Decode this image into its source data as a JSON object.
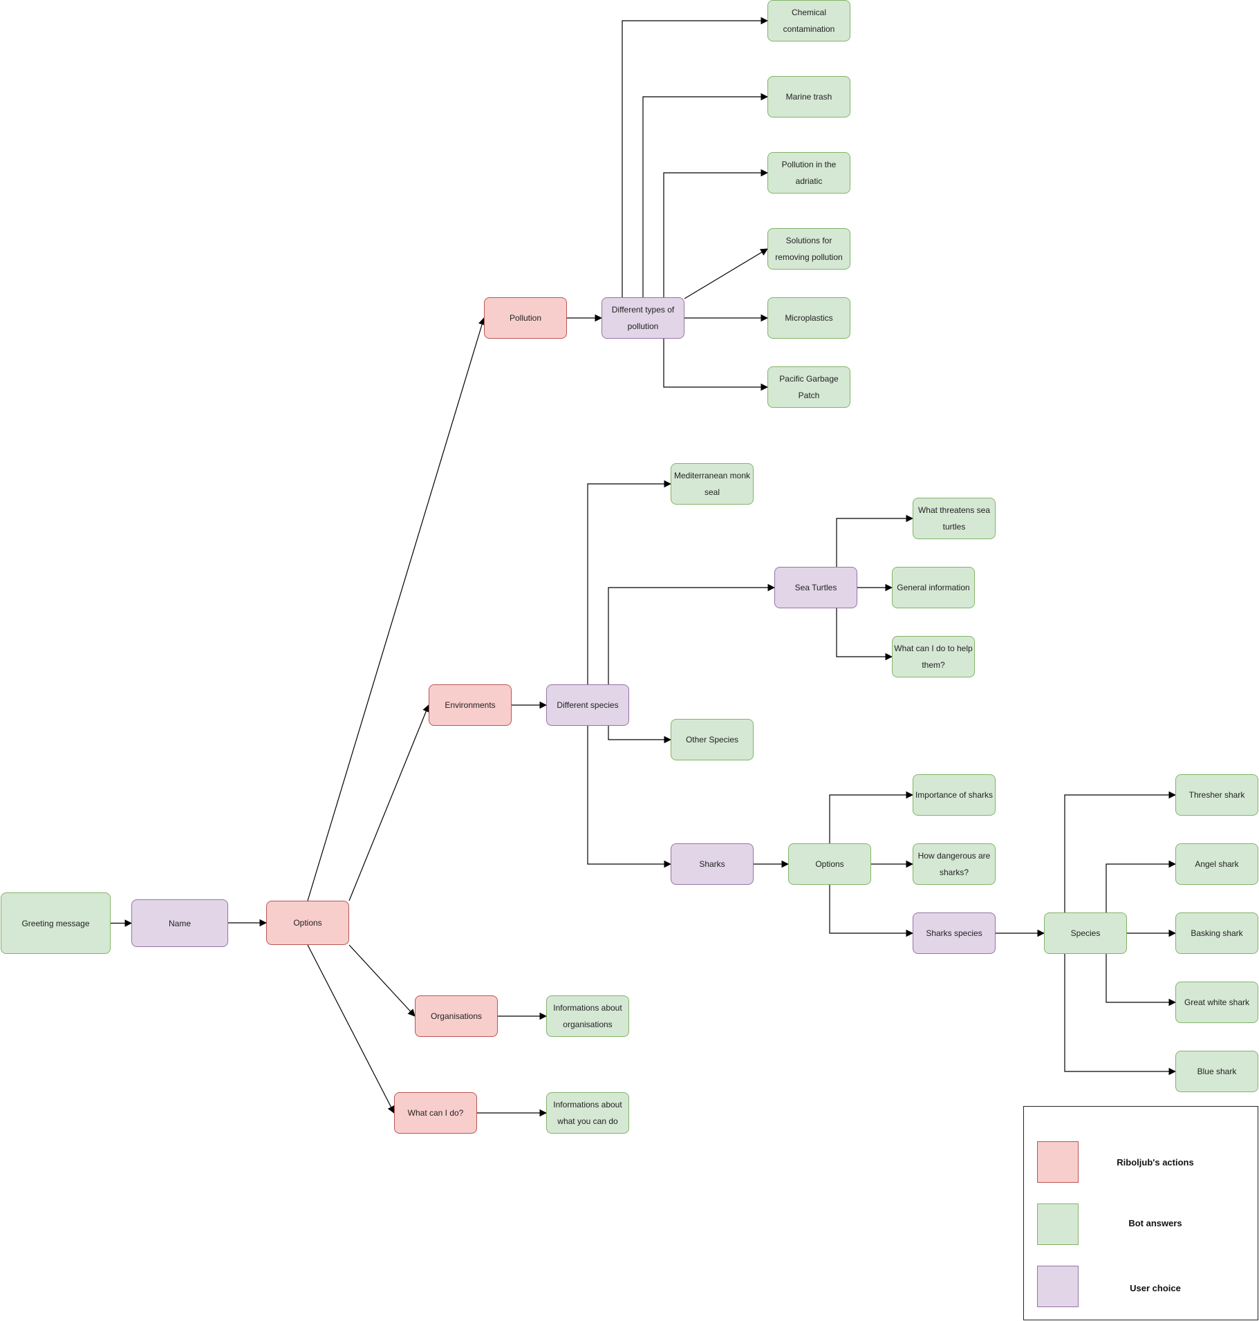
{
  "colors": {
    "bot_action_fill": "#f8cecc",
    "bot_action_stroke": "#b85450",
    "bot_answer_fill": "#d5e8d4",
    "bot_answer_stroke": "#82b366",
    "user_choice_fill": "#e1d5e7",
    "user_choice_stroke": "#9673a6",
    "edge": "#000000"
  },
  "nodes": {
    "greeting": "Greeting message",
    "name": "Name",
    "options": "Options",
    "pollution": "Pollution",
    "environments": "Environments",
    "organisations": "Organisations",
    "what_can_i_do": "What can I do?",
    "types_of_pollution": "Different types of pollution",
    "chemical": "Chemical contamination",
    "marine_trash": "Marine trash",
    "adriatic": "Pollution in the adriatic",
    "solutions": "Solutions for removing pollution",
    "microplastics": "Microplastics",
    "pacific_patch": "Pacific Garbage Patch",
    "different_species": "Different species",
    "monk_seal": "Mediterranean monk seal",
    "sea_turtles": "Sea Turtles",
    "turtle_threats": "What threatens sea turtles",
    "turtle_general": "General information",
    "turtle_help": "What can I do to help them?",
    "other_species": "Other Species",
    "sharks": "Sharks",
    "shark_options": "Options",
    "shark_importance": "Importance of sharks",
    "shark_danger": "How dangerous are sharks?",
    "shark_species": "Sharks species",
    "species": "Species",
    "thresher": "Thresher shark",
    "angel": "Angel shark",
    "basking": "Basking shark",
    "great_white": "Great white shark",
    "blue": "Blue shark",
    "org_info": "Informations about organisations",
    "wcid_info": "Informations about what you can do"
  },
  "edges": [
    [
      "greeting",
      "name"
    ],
    [
      "name",
      "options"
    ],
    [
      "options",
      "pollution"
    ],
    [
      "options",
      "environments"
    ],
    [
      "options",
      "organisations"
    ],
    [
      "options",
      "what_can_i_do"
    ],
    [
      "pollution",
      "types_of_pollution"
    ],
    [
      "types_of_pollution",
      "chemical"
    ],
    [
      "types_of_pollution",
      "marine_trash"
    ],
    [
      "types_of_pollution",
      "adriatic"
    ],
    [
      "types_of_pollution",
      "solutions"
    ],
    [
      "types_of_pollution",
      "microplastics"
    ],
    [
      "types_of_pollution",
      "pacific_patch"
    ],
    [
      "environments",
      "different_species"
    ],
    [
      "different_species",
      "monk_seal"
    ],
    [
      "different_species",
      "sea_turtles"
    ],
    [
      "different_species",
      "other_species"
    ],
    [
      "different_species",
      "sharks"
    ],
    [
      "sea_turtles",
      "turtle_threats"
    ],
    [
      "sea_turtles",
      "turtle_general"
    ],
    [
      "sea_turtles",
      "turtle_help"
    ],
    [
      "sharks",
      "shark_options"
    ],
    [
      "shark_options",
      "shark_importance"
    ],
    [
      "shark_options",
      "shark_danger"
    ],
    [
      "shark_options",
      "shark_species"
    ],
    [
      "shark_species",
      "species"
    ],
    [
      "species",
      "thresher"
    ],
    [
      "species",
      "angel"
    ],
    [
      "species",
      "basking"
    ],
    [
      "species",
      "great_white"
    ],
    [
      "species",
      "blue"
    ],
    [
      "organisations",
      "org_info"
    ],
    [
      "what_can_i_do",
      "wcid_info"
    ]
  ],
  "legend": {
    "bot_actions": "Riboljub's actions",
    "bot_answers": "Bot answers",
    "user_choice": "User choice"
  }
}
